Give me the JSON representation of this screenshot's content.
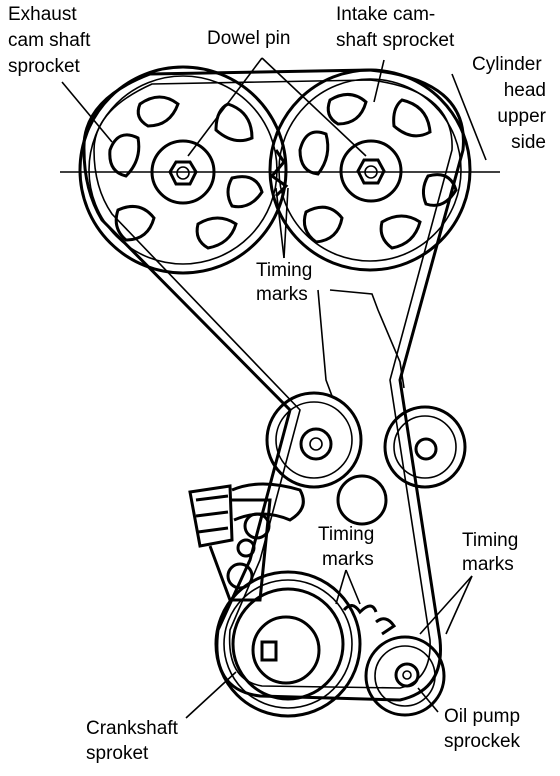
{
  "labels": {
    "exhaust_1": "Exhaust",
    "exhaust_2": "cam shaft",
    "exhaust_3": "sprocket",
    "intake_1": "Intake cam-",
    "intake_2": "shaft sprocket",
    "dowel": "Dowel pin",
    "cyl_1": "Cylinder",
    "cyl_2": "head",
    "cyl_3": "upper",
    "cyl_4": "side",
    "timing_top_1": "Timing",
    "timing_top_2": "marks",
    "timing_mid_1": "Timing",
    "timing_mid_2": "marks",
    "timing_right_1": "Timing",
    "timing_right_2": "marks",
    "crank_1": "Crankshaft",
    "crank_2": "sproket",
    "oil_1": "Oil pump",
    "oil_2": "sprockek"
  },
  "colors": {
    "ink": "#000000",
    "paper": "#ffffff"
  }
}
